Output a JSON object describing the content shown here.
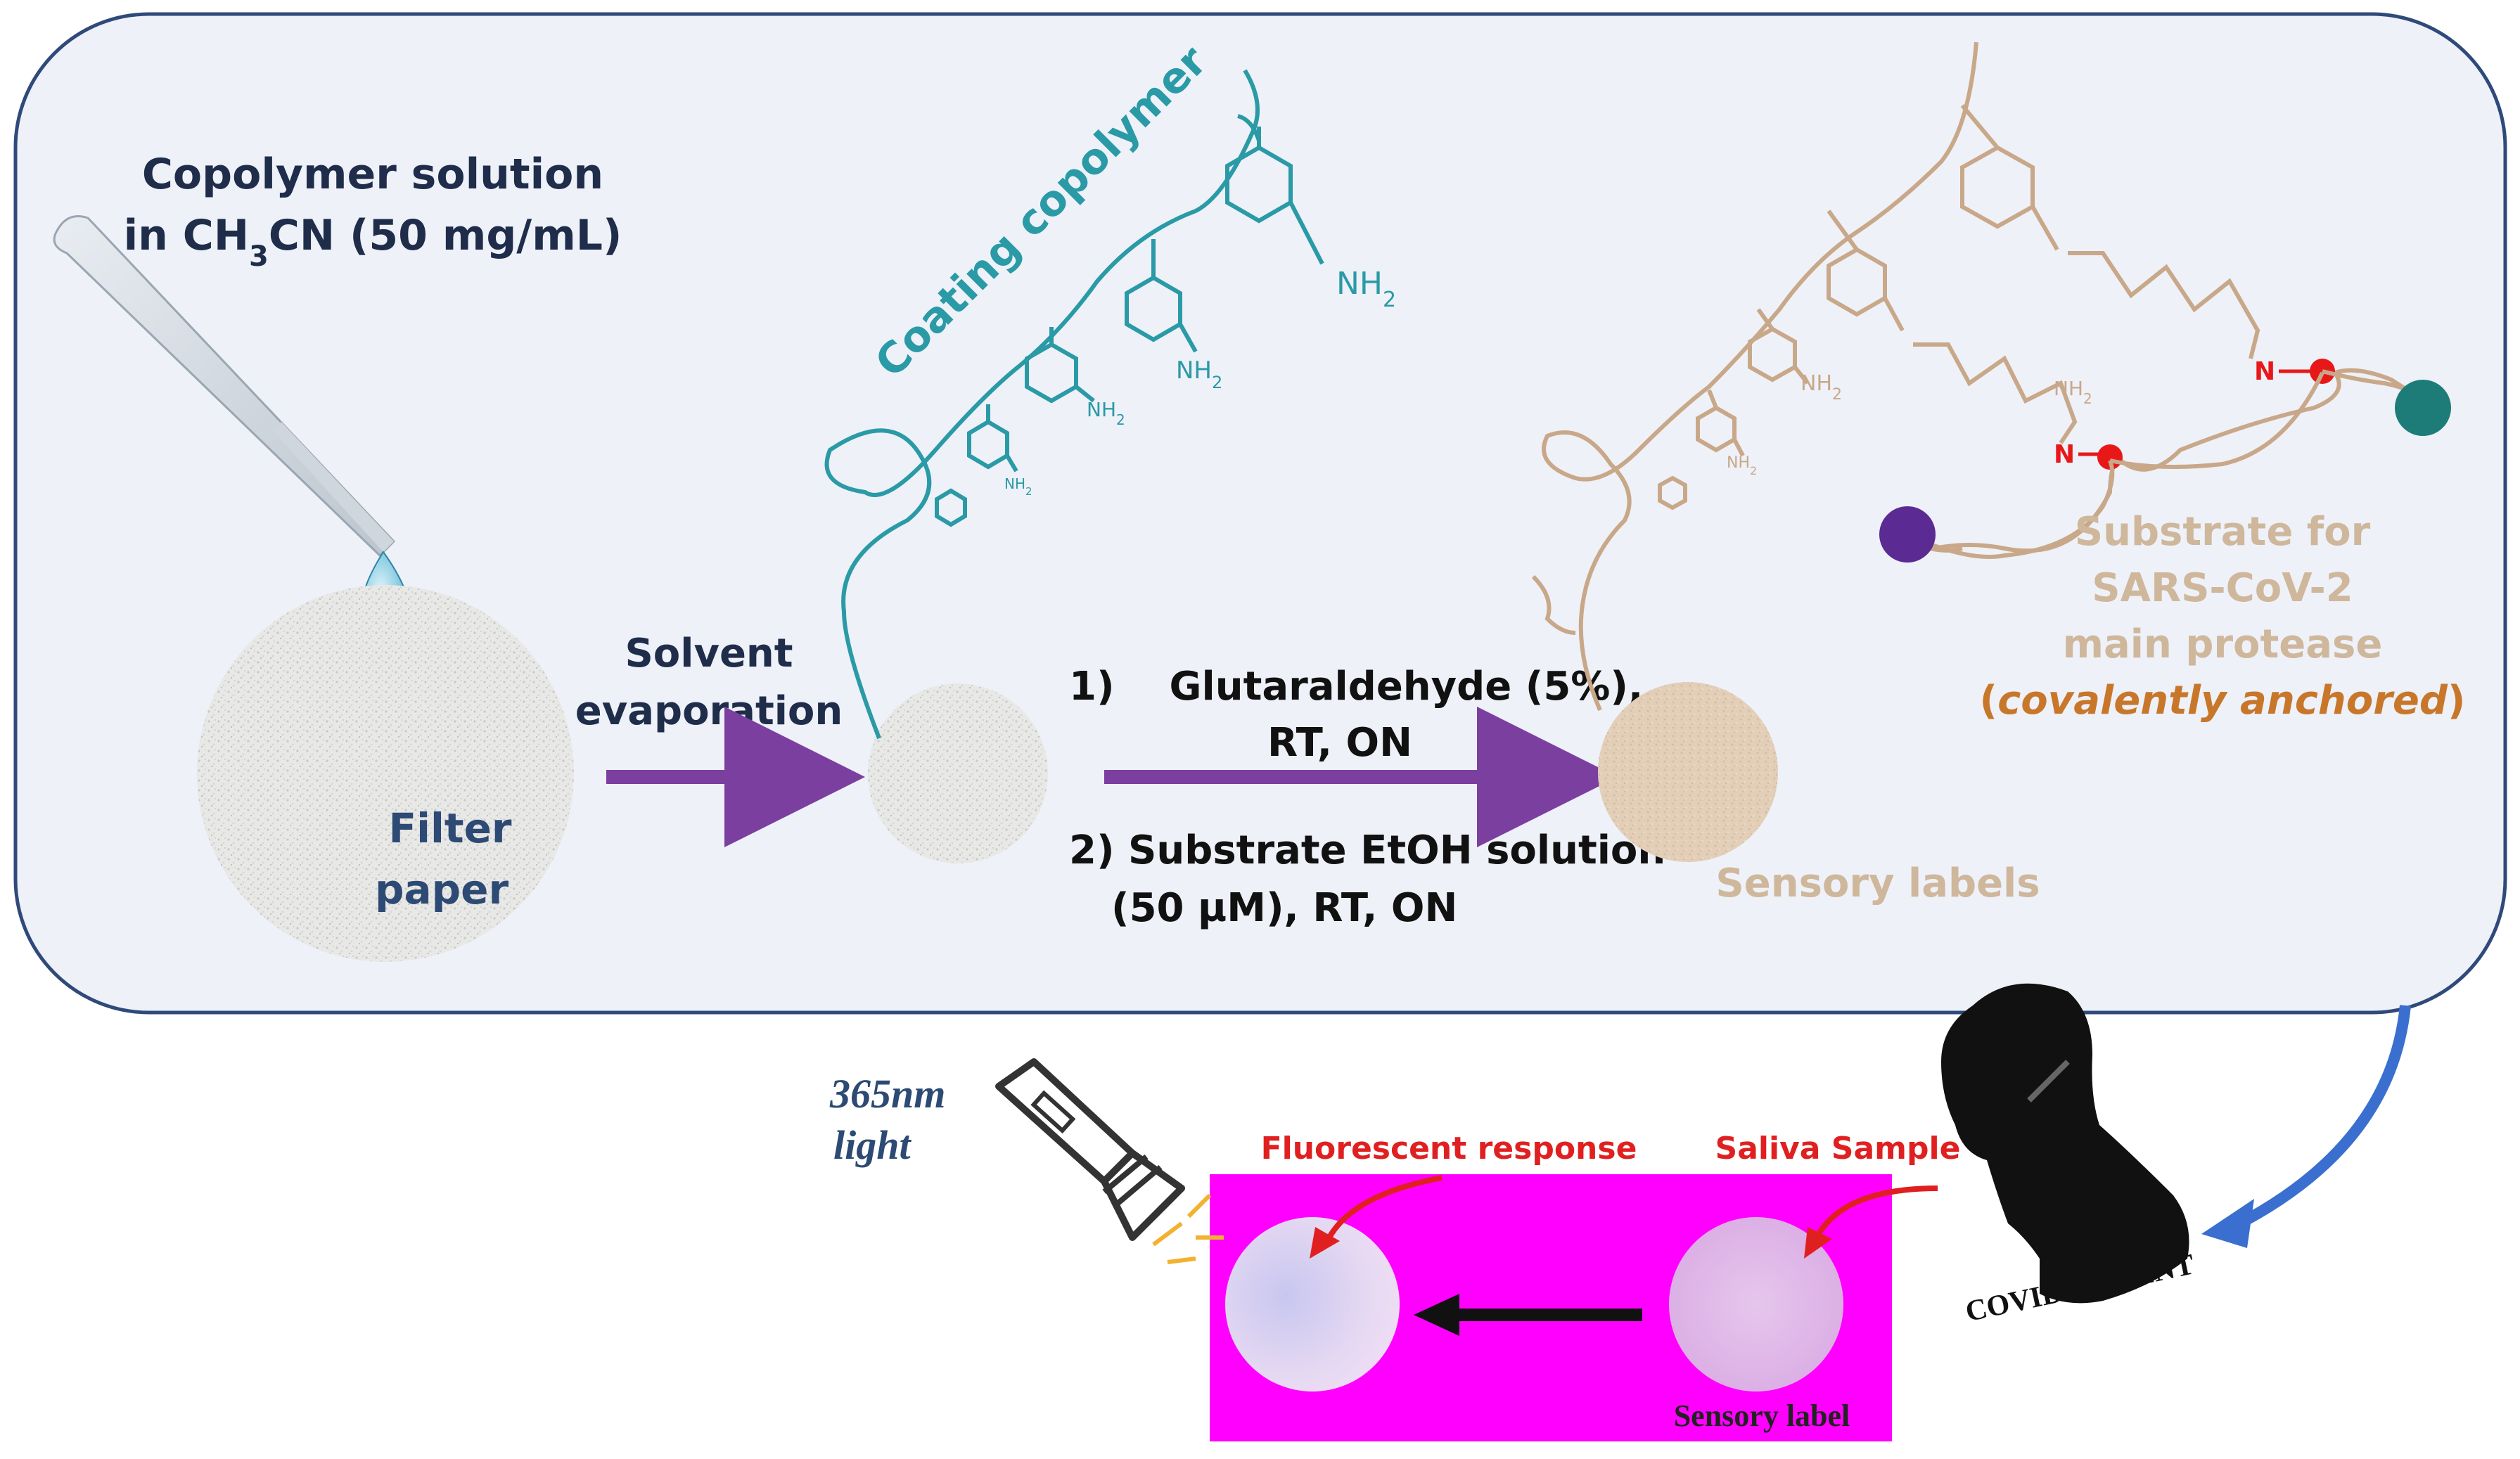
{
  "panel": {
    "copolymer_solution_line1": "Copolymer solution",
    "copolymer_solution_line2_prefix": "in CH",
    "copolymer_solution_line2_sub": "3",
    "copolymer_solution_line2_suffix": "CN (50 mg/mL)",
    "filter_paper_line1": "Filter",
    "filter_paper_line2": "paper",
    "solvent_line1": "Solvent",
    "solvent_line2": "evaporation",
    "coating_copolymer": "Coating copolymer",
    "step1_line1": "1)    Glutaraldehyde (5%),",
    "step1_line2": "RT, ON",
    "step2_line1": "2) Substrate EtOH solution",
    "step2_line2": "(50 µM), RT, ON",
    "sensory_labels": "Sensory labels",
    "substrate_line1": "Substrate for",
    "substrate_line2": "SARS-CoV-2",
    "substrate_line3": "main protease",
    "anchored_open": "(",
    "anchored_text": "covalently anchored",
    "anchored_close": ")",
    "nh2": "NH",
    "nh2_sub": "2",
    "imine_n": "N"
  },
  "bottom": {
    "light_line1": "365nm",
    "light_line2": "light",
    "fluorescent_response": "Fluorescent response",
    "saliva_sample": "Saliva Sample",
    "sensory_label": "Sensory label",
    "covid_patient": "COVID PATIENT"
  },
  "colors": {
    "panel_fill": "#eef1f8",
    "panel_stroke": "#2f4a7a",
    "teal": "#2a9aa6",
    "tan": "#c8a889",
    "purple_arrow": "#7b3fa0",
    "dark_text": "#1f2d4a",
    "anchored_orange": "#c8772a",
    "magenta": "#ff00ff",
    "red_label": "#e02020",
    "blue_arrow": "#3a6fd0",
    "fluor_purple": "#5b2a92",
    "fluor_teal": "#1e7c78",
    "red_dot": "#e81818"
  }
}
